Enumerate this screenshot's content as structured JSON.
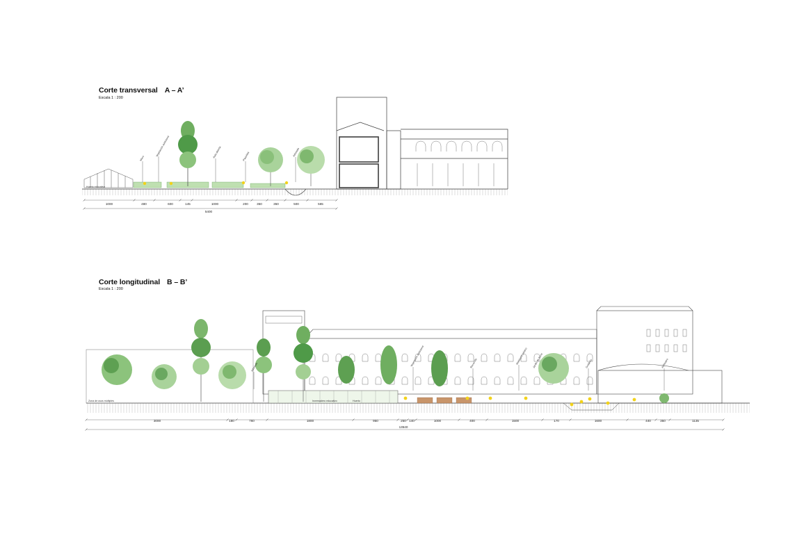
{
  "section_a": {
    "title": "Corte transversal",
    "code": "A – A’",
    "scale": "Escala 1 : 200",
    "dims": [
      "1000",
      "480",
      "600",
      "145",
      "1000",
      "200",
      "350",
      "350",
      "500",
      "565"
    ],
    "total": "5400",
    "tags": [
      "Huerto educativo",
      "Muro",
      "Vegetación autóctona",
      "Aula abierta",
      "Plazoleta",
      "Arbolado"
    ]
  },
  "section_b": {
    "title": "Corte longitudinal",
    "code": "B – B’",
    "scale": "Escala 1 : 200",
    "dims": [
      "3000",
      "180",
      "760",
      "1800",
      "950",
      "250",
      "140",
      "1000",
      "400",
      "1500",
      "170",
      "1600",
      "440",
      "350",
      "1135"
    ],
    "total": "13540",
    "tags": [
      "Zona de usos múltiples",
      "Arbolado",
      "Invernadero educativo",
      "Huerto",
      "Vegetación autóctona",
      "Recorrido",
      "Mobiliario urbano",
      "Jardín de lluvia",
      "Graderío",
      "Anfiteatro"
    ]
  },
  "colors": {
    "line": "#4a4a4a",
    "green_dark": "#3f8f3f",
    "green_light": "#a9d39b",
    "figure": "#f2d21b"
  }
}
